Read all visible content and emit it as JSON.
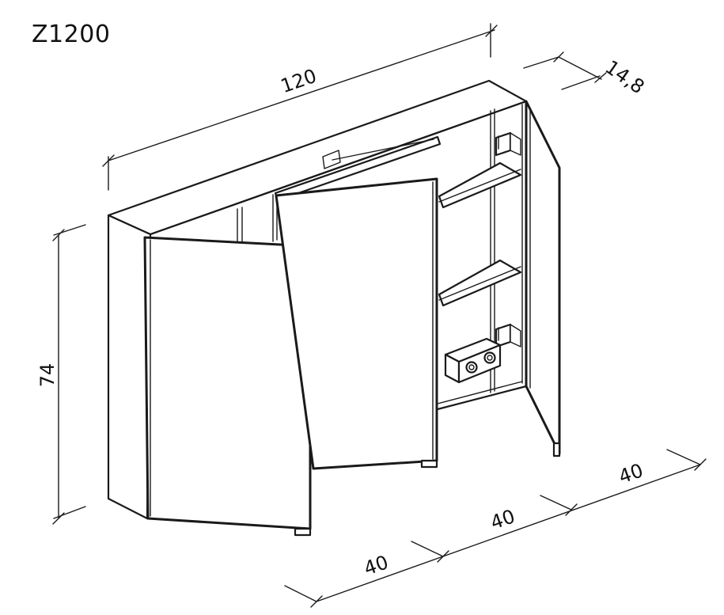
{
  "model": "Z1200",
  "dimensions": {
    "width": "120",
    "depth": "14,8",
    "height": "74",
    "door_1": "40",
    "door_2": "40",
    "door_3": "40"
  }
}
